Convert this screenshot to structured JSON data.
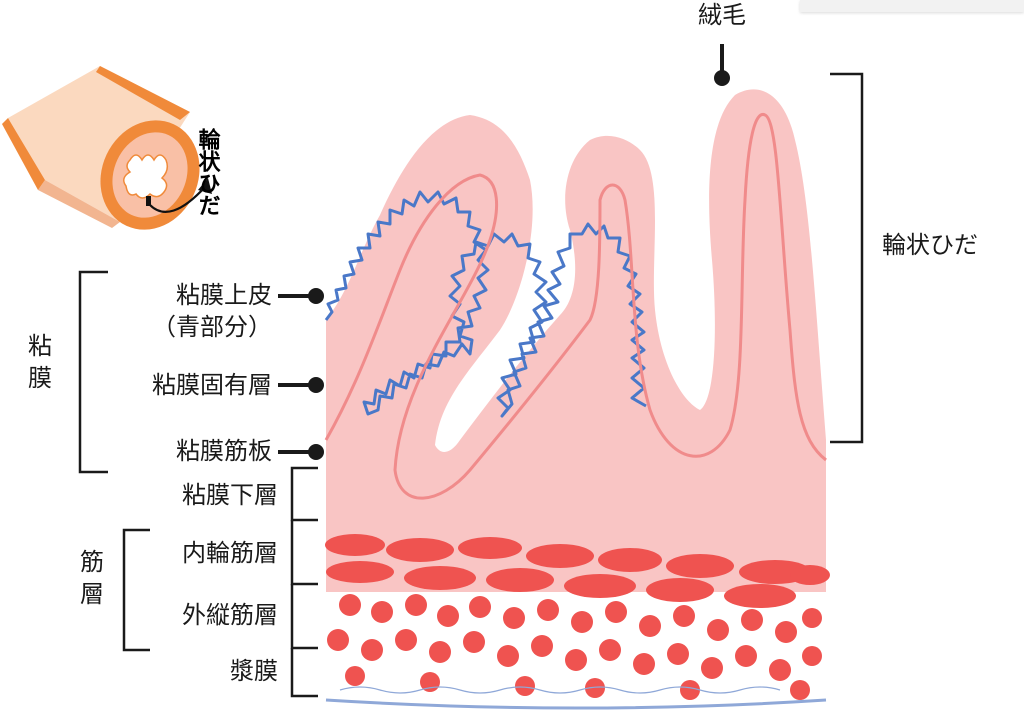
{
  "labels": {
    "villi": "絨毛",
    "circular_folds": "輪状ひだ",
    "mucosa": "粘膜",
    "epithelium": "粘膜上皮",
    "epithelium_note": "（青部分）",
    "lamina_propria": "粘膜固有層",
    "muscularis_mucosae": "粘膜筋板",
    "submucosa": "粘膜下層",
    "muscle_layer": "筋層",
    "inner_circular": "内輪筋層",
    "outer_longitudinal": "外縦筋層",
    "serosa": "漿膜",
    "inset_label": "輪状ひだ"
  },
  "colors": {
    "mucosa_fill": "#f9c5c4",
    "mucosa_line": "#f08b8b",
    "epithelium_line": "#4a78c8",
    "muscle": "#ef5350",
    "serosa_line": "#8fa8d8",
    "outer_tube": "#f08a3a"
  }
}
